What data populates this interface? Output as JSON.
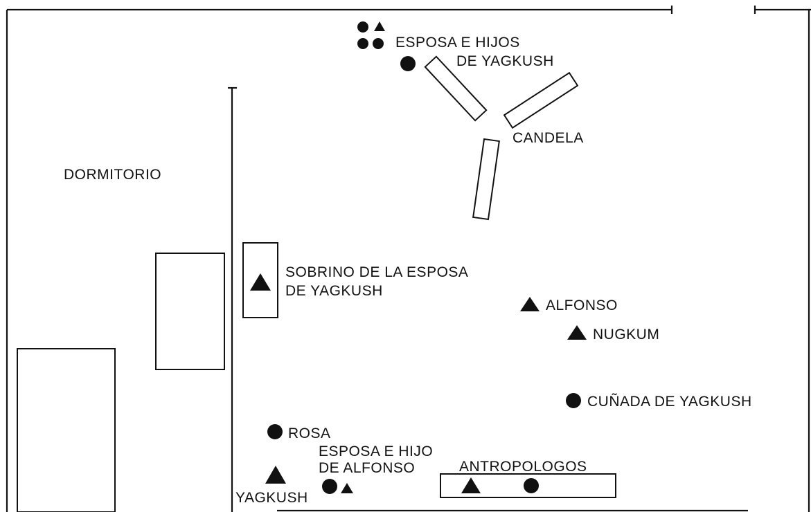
{
  "labels": {
    "dormitorio": "DORMITORIO",
    "esposa_hijos_line1": "ESPOSA E HIJOS",
    "esposa_hijos_line2": "DE YAGKUSH",
    "candela": "CANDELA",
    "sobrino_line1": "SOBRINO DE LA ESPOSA",
    "sobrino_line2": "DE YAGKUSH",
    "alfonso": "ALFONSO",
    "nugkum": "NUGKUM",
    "cunada": "CUÑADA DE YAGKUSH",
    "rosa": "ROSA",
    "esposa_hijo_line1": "ESPOSA E HIJO",
    "esposa_hijo_line2": "DE ALFONSO",
    "antropologos": "ANTROPOLOGOS",
    "yagkush": "YAGKUSH"
  },
  "legend_semantics": {
    "male_symbol": "triangle",
    "female_symbol": "circle"
  },
  "colors": {
    "ink": "#111111",
    "background": "#ffffff"
  }
}
